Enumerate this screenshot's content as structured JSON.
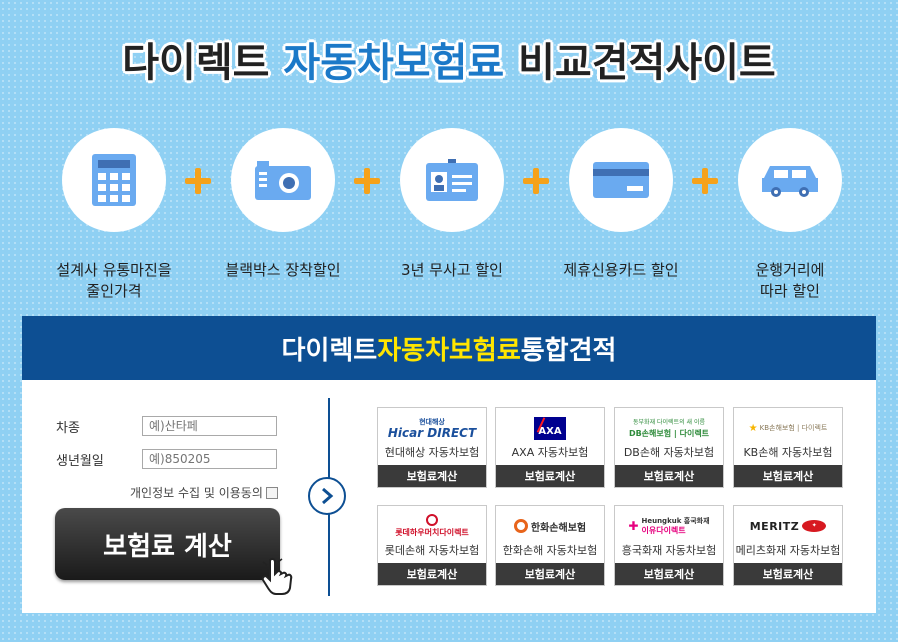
{
  "title": {
    "part1": "다이렉트 ",
    "highlight": "자동차보험료",
    "part2": " 비교견적사이트"
  },
  "features": [
    {
      "icon": "calculator-icon",
      "label": "설계사 유통마진을\n줄인가격"
    },
    {
      "icon": "camera-icon",
      "label": "블랙박스 장착할인"
    },
    {
      "icon": "id-card-icon",
      "label": "3년 무사고 할인"
    },
    {
      "icon": "credit-card-icon",
      "label": "제휴신용카드 할인"
    },
    {
      "icon": "car-icon",
      "label": "운행거리에\n따라 할인"
    }
  ],
  "panel": {
    "head_part1": "다이렉트 ",
    "head_highlight": "자동차보험료",
    "head_part2": " 통합견적"
  },
  "form": {
    "car_label": "차종",
    "car_placeholder": "예)산타페",
    "birth_label": "생년월일",
    "birth_placeholder": "예)850205",
    "consent_label": "개인정보 수집 및 이용동의",
    "calc_button": "보험료 계산"
  },
  "insurers": [
    {
      "logo_top": "현대해상",
      "logo_main": "Hicar DIRECT",
      "name": "현대해상 자동차보험",
      "button": "보험료계산",
      "color": "#1a4f9c"
    },
    {
      "logo_top": "",
      "logo_main": "AXA",
      "name": "AXA 자동차보험",
      "button": "보험료계산",
      "color": "#00008f"
    },
    {
      "logo_top": "동부화재 다이렉트의 새 이름",
      "logo_main": "DB손해보험 | 다이렉트",
      "name": "DB손해 자동차보험",
      "button": "보험료계산",
      "color": "#2e8b3a"
    },
    {
      "logo_top": "",
      "logo_main": "KB손해보험 | 다이렉트",
      "name": "KB손해 자동차보험",
      "button": "보험료계산",
      "color": "#8a7a5a"
    },
    {
      "logo_top": "",
      "logo_main": "롯데하우머치다이렉트",
      "name": "롯데손해 자동차보험",
      "button": "보험료계산",
      "color": "#d0102a"
    },
    {
      "logo_top": "",
      "logo_main": "한화손해보험",
      "name": "한화손해 자동차보험",
      "button": "보험료계산",
      "color": "#e8641b"
    },
    {
      "logo_top": "Heungkuk 흥국화재",
      "logo_main": "이유다이렉트",
      "name": "흥국화재 자동차보험",
      "button": "보험료계산",
      "color": "#e6007e"
    },
    {
      "logo_top": "",
      "logo_main": "MERITZ",
      "name": "메리츠화재 자동차보험",
      "button": "보험료계산",
      "color": "#d71920"
    }
  ]
}
